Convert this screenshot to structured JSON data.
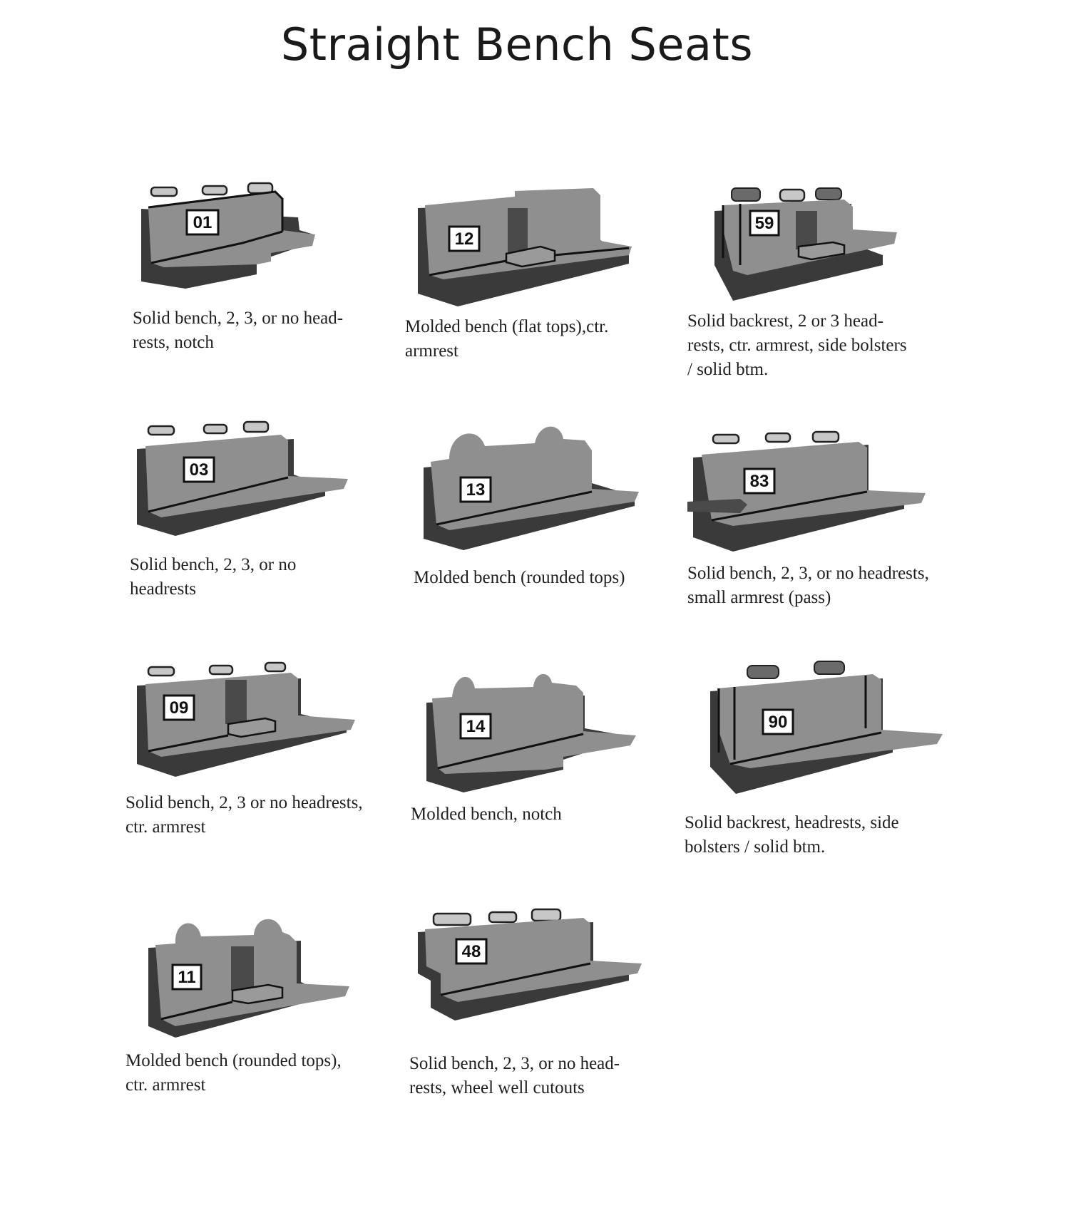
{
  "title": "Straight Bench Seats",
  "items": [
    {
      "code": "01",
      "caption": "Solid bench, 2, 3, or no head-\nrests, notch",
      "headrest": "striped",
      "icons": [
        "headrest-icon",
        "bench-seat-icon"
      ]
    },
    {
      "code": "12",
      "caption": "Molded bench (flat tops),ctr.\narmrest",
      "headrest": "none"
    },
    {
      "code": "59",
      "caption": "Solid backrest, 2 or 3 head-\nrests, ctr. armrest, side bolsters\n/ solid btm.",
      "headrest": "solid"
    },
    {
      "code": "03",
      "caption": "Solid bench, 2, 3, or no\nheadrests",
      "headrest": "striped"
    },
    {
      "code": "13",
      "caption": "Molded bench (rounded tops)",
      "headrest": "none"
    },
    {
      "code": "83",
      "caption": "Solid bench, 2, 3, or no headrests,\nsmall armrest (pass)",
      "headrest": "striped"
    },
    {
      "code": "09",
      "caption": "Solid bench, 2, 3 or no headrests,\nctr. armrest",
      "headrest": "striped"
    },
    {
      "code": "14",
      "caption": "Molded bench, notch",
      "headrest": "none"
    },
    {
      "code": "90",
      "caption": "Solid backrest, headrests, side\nbolsters / solid btm.",
      "headrest": "solid"
    },
    {
      "code": "11",
      "caption": "Molded bench (rounded tops),\nctr. armrest",
      "headrest": "none"
    },
    {
      "code": "48",
      "caption": "Solid bench, 2, 3, or no head-\nrests, wheel well cutouts",
      "headrest": "striped"
    }
  ],
  "colors": {
    "seat_back": "#8f8f8f",
    "seat_shadow": "#3a3a3a",
    "text": "#1f1f1f"
  }
}
